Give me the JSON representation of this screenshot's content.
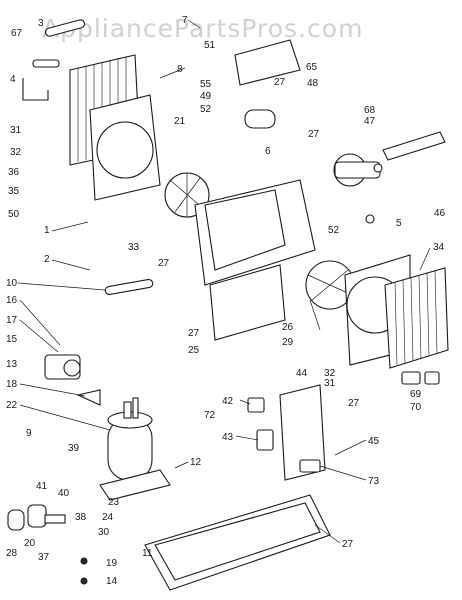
{
  "watermark": "AppliancePartsPros.com",
  "callouts": [
    "1",
    "2",
    "3",
    "4",
    "5",
    "6",
    "7",
    "8",
    "9",
    "10",
    "11",
    "12",
    "13",
    "14",
    "15",
    "16",
    "17",
    "18",
    "19",
    "20",
    "21",
    "22",
    "23",
    "24",
    "25",
    "26",
    "27",
    "28",
    "29",
    "30",
    "31",
    "32",
    "33",
    "34",
    "35",
    "36",
    "37",
    "38",
    "39",
    "40",
    "41",
    "42",
    "43",
    "44",
    "45",
    "46",
    "47",
    "48",
    "49",
    "50",
    "51",
    "52",
    "55",
    "65",
    "67",
    "68",
    "69",
    "70",
    "72",
    "73"
  ]
}
